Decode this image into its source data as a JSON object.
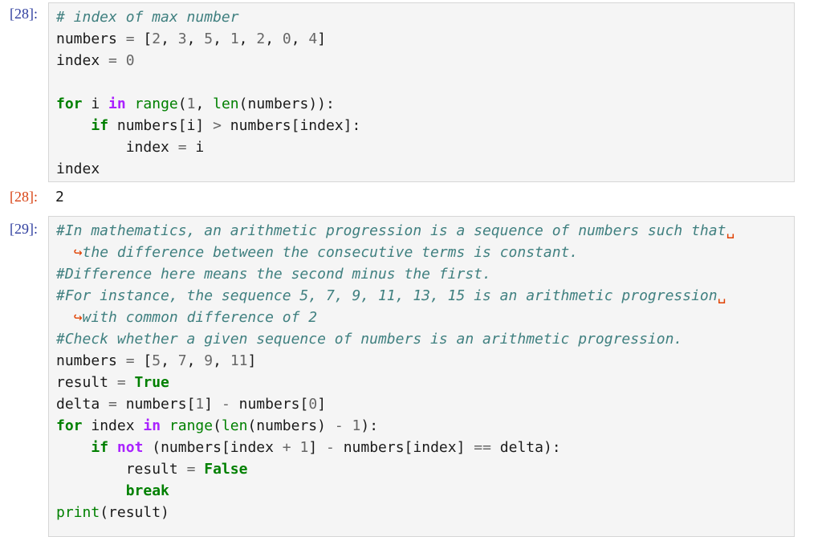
{
  "cells": [
    {
      "prompt": "[28]:",
      "lines": [
        "# index of max number",
        "numbers = [2, 3, 5, 1, 2, 0, 4]",
        "index = 0",
        "",
        "for i in range(1, len(numbers)):",
        "    if numbers[i] > numbers[index]:",
        "        index = i",
        "index"
      ]
    },
    {
      "out_prompt": "[28]:",
      "output": "2"
    },
    {
      "prompt": "[29]:",
      "lines": [
        "#In mathematics, an arithmetic progression is a sequence of numbers such that",
        "the difference between the consecutive terms is constant.",
        "#Difference here means the second minus the first.",
        "#For instance, the sequence 5, 7, 9, 11, 13, 15 is an arithmetic progression",
        "with common difference of 2",
        "#Check whether a given sequence of numbers is an arithmetic progression.",
        "numbers = [5, 7, 9, 11]",
        "result = True",
        "delta = numbers[1] - numbers[0]",
        "for index in range(len(numbers) - 1):",
        "    if not (numbers[index + 1] - numbers[index] == delta):",
        "        result = False",
        "        break",
        "print(result)"
      ]
    }
  ],
  "colors": {
    "input_prompt": "#303f9f",
    "output_prompt": "#d84315",
    "comment": "#408080",
    "keyword": "#008000",
    "operator_word": "#aa22ff",
    "number": "#666666",
    "cell_bg": "#f5f5f5",
    "cell_border": "#d6d6d6"
  }
}
